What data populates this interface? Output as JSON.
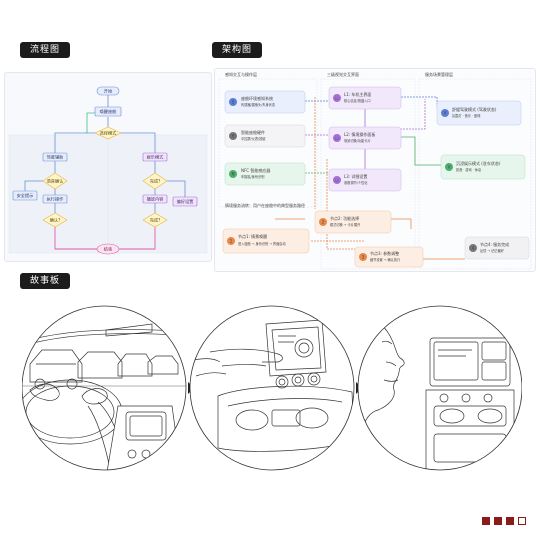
{
  "headings": {
    "flowchart": "流程图",
    "architecture": "架构图",
    "storyboard": "故事板"
  },
  "flowchart": {
    "nodes": [
      "开始",
      "唤醒座舱",
      "选择模式",
      "驾驶辅助",
      "安全提示",
      "语音确认",
      "执行操作",
      "确认?",
      "结束",
      "娱乐模式",
      "播放内容",
      "偏好设置",
      "完成?"
    ]
  },
  "architecture": {
    "columns": [
      "感知交互与操作层",
      "三级视觉交互界面",
      "服务场景管理层"
    ],
    "left_nodes": [
      {
        "id": "S",
        "title": "座舱环境感知系统",
        "sub": "传感器/摄像头/车身状态"
      },
      {
        "id": "H",
        "title": "智能座舱硬件",
        "sub": "中控屏/仪表/按键"
      },
      {
        "id": "N",
        "title": "NFC 智能感应器",
        "sub": "车钥匙/身份识别"
      }
    ],
    "levels": [
      {
        "id": "L1",
        "title": "L1: 车机主界面",
        "sub": "核心信息/快捷入口"
      },
      {
        "id": "L2",
        "title": "L2: 情境操作面板",
        "sub": "场景切换/功能卡片"
      },
      {
        "id": "L3",
        "title": "L3: 详细设置",
        "sub": "参数调节/个性化"
      }
    ],
    "right_nodes": [
      {
        "id": "V",
        "title": "舒缓驾驶模式 (驾驶状态)",
        "sub": "氛围灯 · 音乐 · 座椅"
      },
      {
        "id": "V",
        "title": "沉浸娱乐模式 (驻车状态)",
        "sub": "影音 · 游戏 · 休息"
      }
    ],
    "section_label": "情境服务流转：用户在座舱中的典型服务路径",
    "steps": [
      {
        "id": "1",
        "title": "节点1: 情景唤醒",
        "sub": "进入座舱 → 身份识别 → 界面启动"
      },
      {
        "id": "2",
        "title": "节点2: 功能选择",
        "sub": "模式切换 → 卡片展开"
      },
      {
        "id": "3",
        "title": "节点3: 参数调整",
        "sub": "细节设置 → 确认执行"
      },
      {
        "id": "4",
        "title": "节点4: 服务完成",
        "sub": "反馈 → 记忆偏好"
      }
    ]
  },
  "colors": {
    "accent": "#8b1a1a",
    "blue": "#5b7fd4",
    "purple": "#a36fd6",
    "green": "#4caf6a",
    "orange": "#e8874a",
    "pink": "#d66ab5"
  }
}
